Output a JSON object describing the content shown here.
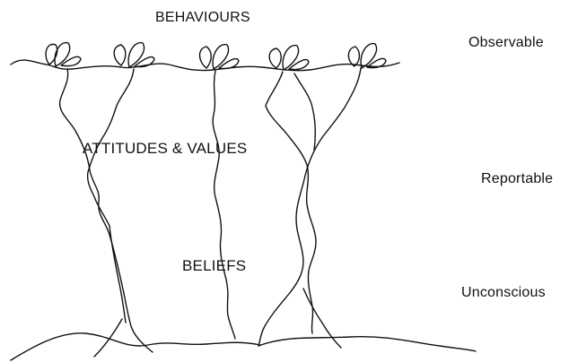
{
  "diagram": {
    "levels": {
      "behaviours": "BEHAVIOURS",
      "attitudes_values": "ATTITUDES & VALUES",
      "beliefs": "BELIEFS"
    },
    "side_labels": {
      "observable": "Observable",
      "reportable": "Reportable",
      "unconscious": "Unconscious"
    },
    "stroke_color": "#111111",
    "background_color": "#ffffff",
    "plant_count": 5,
    "icon": "flower-bud-icon"
  }
}
